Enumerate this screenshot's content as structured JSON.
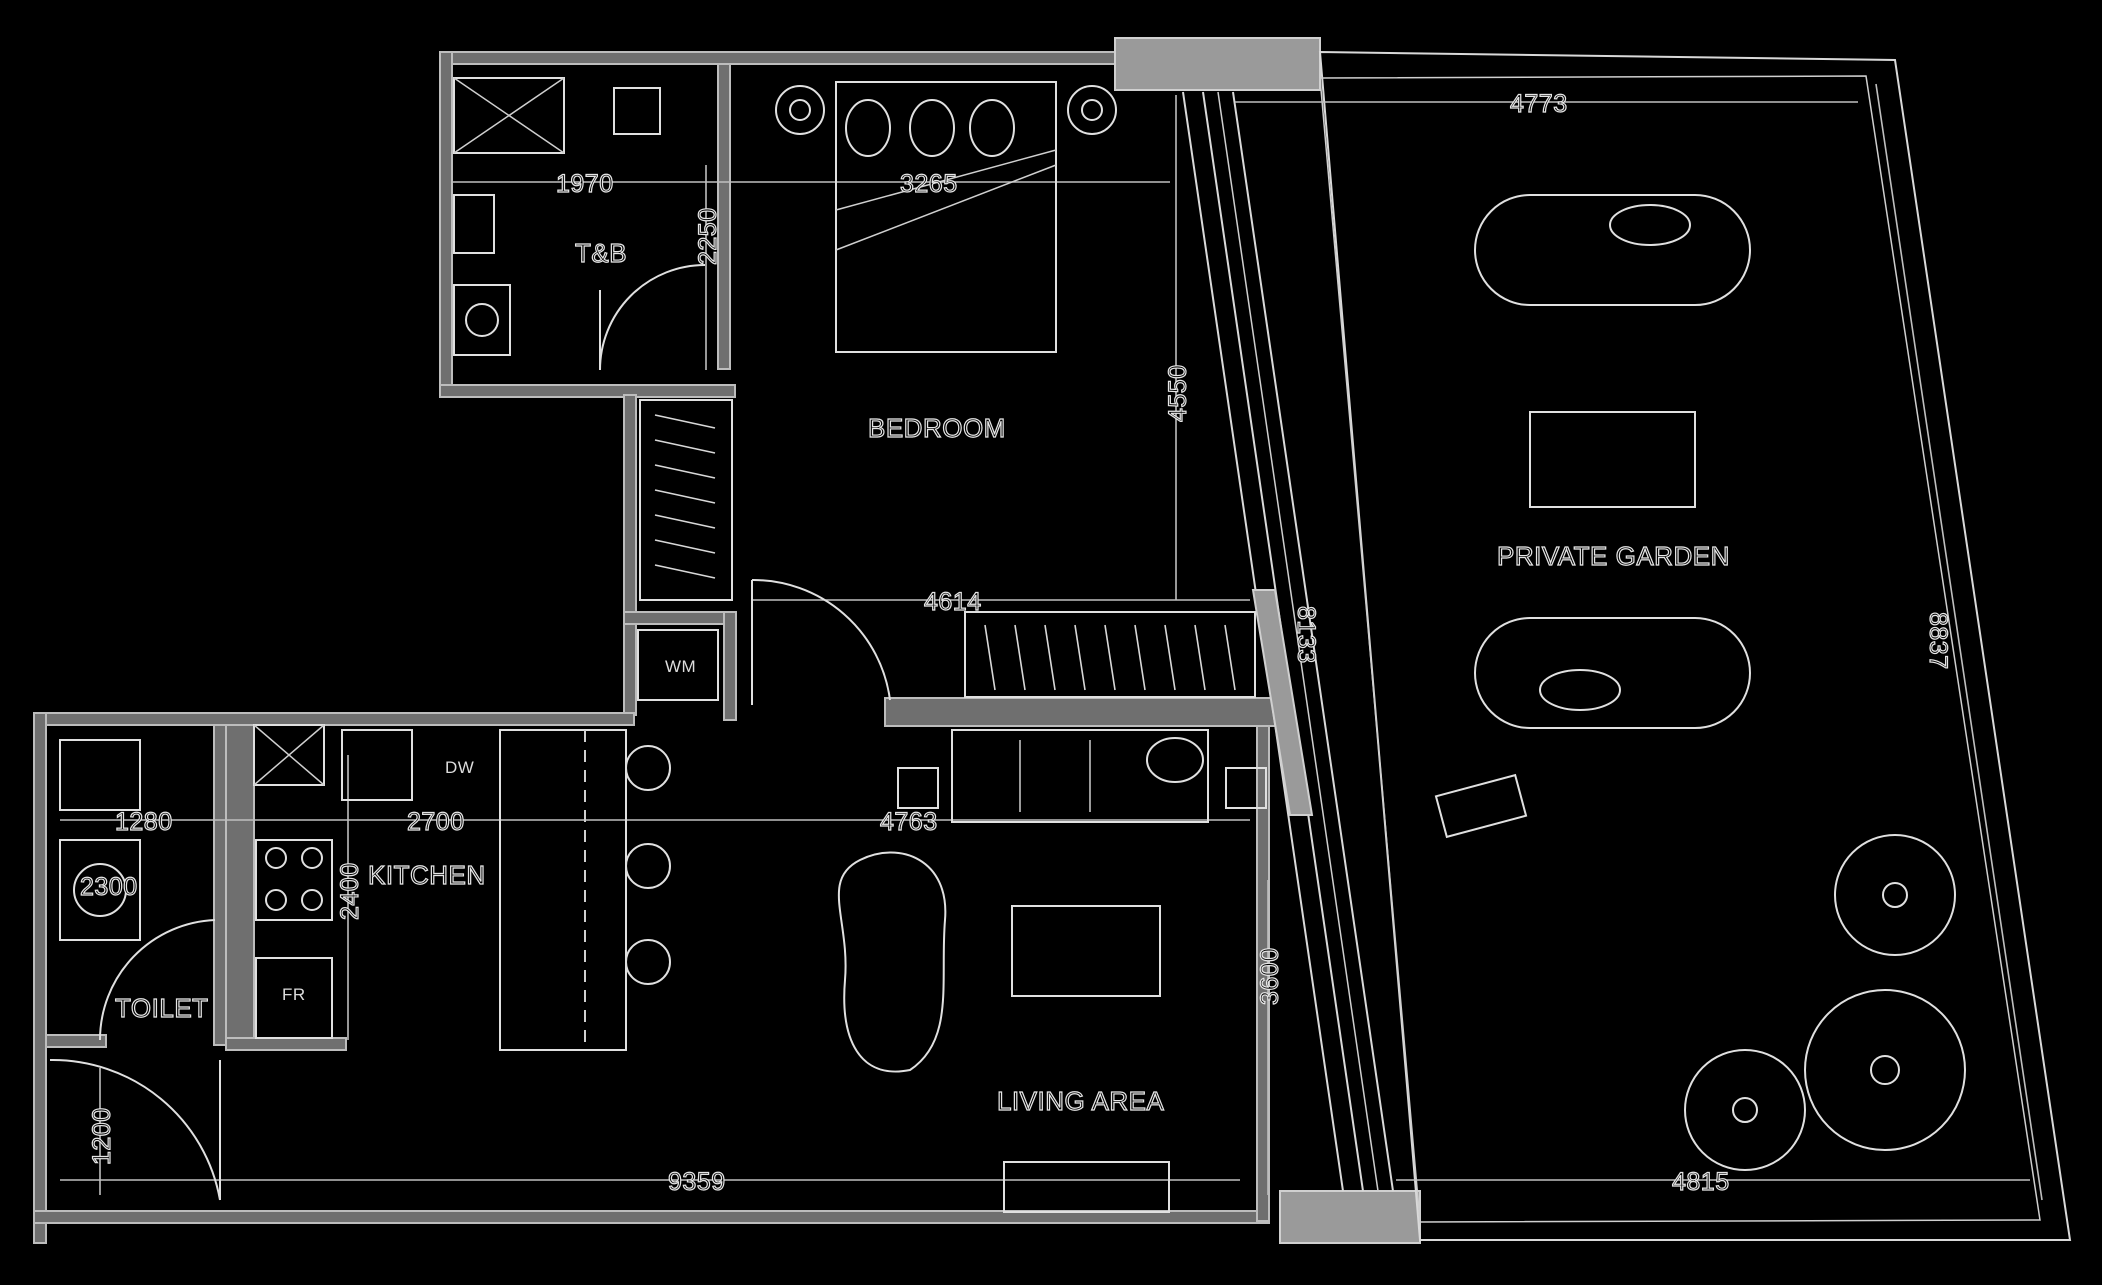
{
  "rooms": {
    "bedroom": "BEDROOM",
    "private_garden": "PRIVATE GARDEN",
    "living_area": "LIVING AREA",
    "kitchen": "KITCHEN",
    "toilet": "TOILET",
    "tb": "T&B"
  },
  "appliance_tags": {
    "washing_machine": "WM",
    "dishwasher": "DW",
    "fridge": "FR"
  },
  "dimensions": {
    "garden_top_width": "4773",
    "garden_bottom_width": "4815",
    "garden_height": "8837",
    "glazing_length": "8133",
    "tb_width": "1970",
    "tb_height": "2250",
    "bed_width": "3265",
    "bedroom_depth": "4550",
    "bedroom_width": "4614",
    "living_width": "4763",
    "living_depth": "3600",
    "kitchen_width": "2700",
    "kitchen_depth": "2400",
    "toilet_width": "1280",
    "toilet_depth_a": "2300",
    "toilet_depth_b": "1200",
    "overall_width": "9359"
  },
  "colors": {
    "background": "#000000",
    "linework": "#d9d9d9",
    "walls": "#6f6f6f"
  }
}
